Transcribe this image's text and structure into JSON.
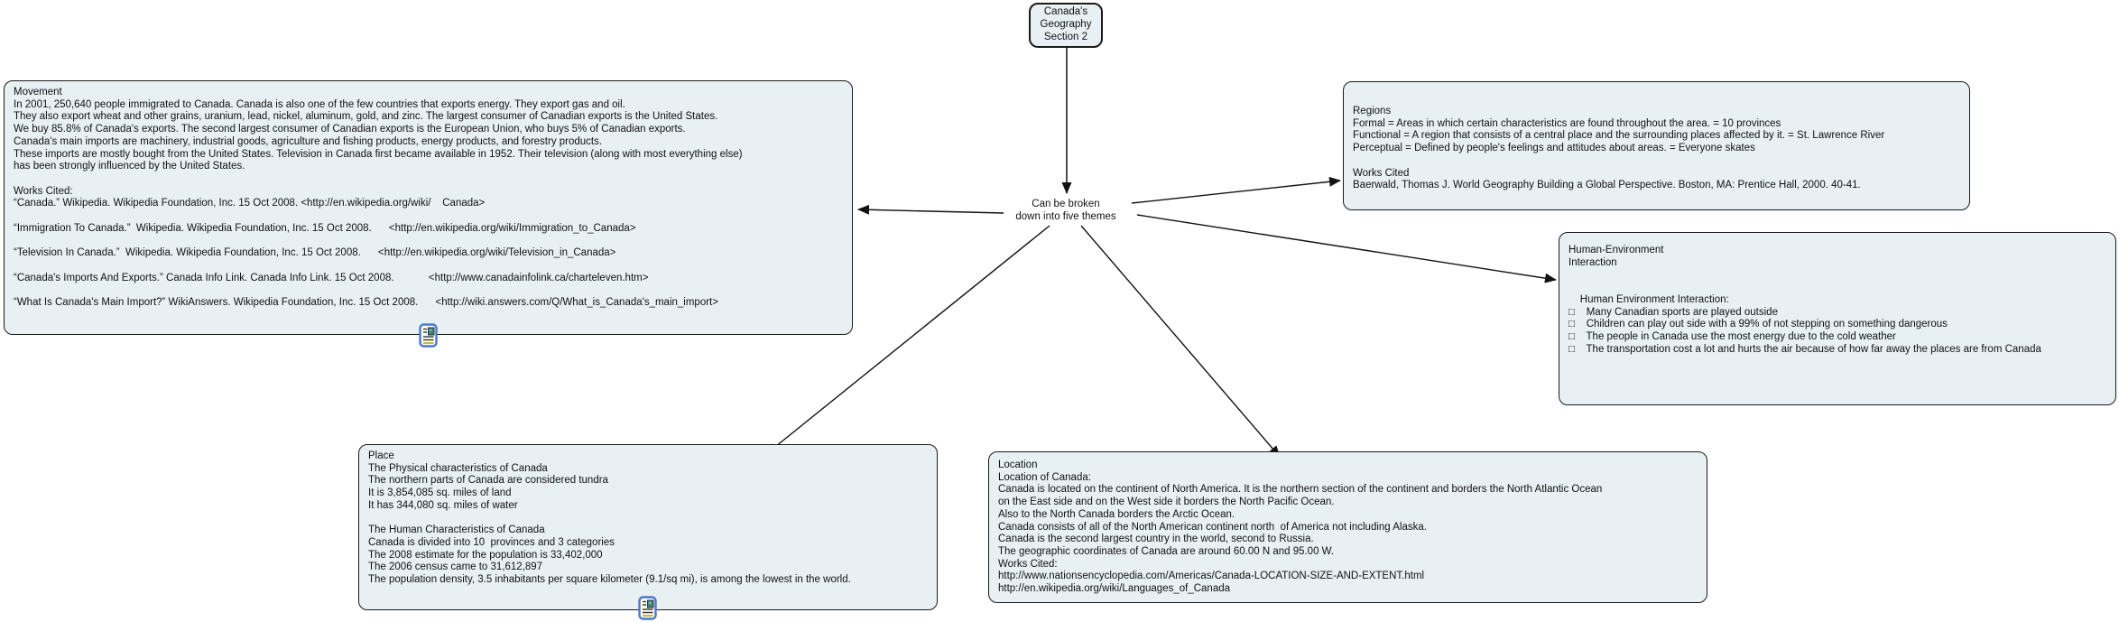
{
  "colors": {
    "canvas_bg": "#ffffff",
    "node_fill": "#e8f0f3",
    "node_border": "#1a1a1a",
    "text": "#111111",
    "connector": "#111111",
    "note_icon_border": "#4a77cf"
  },
  "root_node": {
    "text": "Canada's\nGeography\nSection 2"
  },
  "hub": {
    "text": "Can be broken\ndown into five themes"
  },
  "theme_nodes": {
    "movement": {
      "title": "Movement",
      "body": "In 2001, 250,640 people immigrated to Canada. Canada is also one of the few countries that exports energy. They export gas and oil.\nThey also export wheat and other grains, uranium, lead, nickel, aluminum, gold, and zinc. The largest consumer of Canadian exports is the United States.\nWe buy 85.8% of Canada's exports. The second largest consumer of Canadian exports is the European Union, who buys 5% of Canadian exports.\nCanada's main imports are machinery, industrial goods, agriculture and fishing products, energy products, and forestry products.\nThese imports are mostly bought from the United States. Television in Canada first became available in 1952. Their television (along with most everything else)\nhas been strongly influenced by the United States.\n\nWorks Cited:\n“Canada.” Wikipedia. Wikipedia Foundation, Inc. 15 Oct 2008. <http://en.wikipedia.org/wiki/    Canada>\n\n“Immigration To Canada.”  Wikipedia. Wikipedia Foundation, Inc. 15 Oct 2008.      <http://en.wikipedia.org/wiki/Immigration_to_Canada>\n\n“Television In Canada.”  Wikipedia. Wikipedia Foundation, Inc. 15 Oct 2008.      <http://en.wikipedia.org/wiki/Television_in_Canada>\n\n“Canada's Imports And Exports.” Canada Info Link. Canada Info Link. 15 Oct 2008.            <http://www.canadainfolink.ca/charteleven.htm>\n\n“What Is Canada's Main Import?” WikiAnswers. Wikipedia Foundation, Inc. 15 Oct 2008.      <http://wiki.answers.com/Q/What_is_Canada's_main_import>"
    },
    "regions": {
      "title": "Regions",
      "body": "Formal = Areas in which certain characteristics are found throughout the area. = 10 provinces\nFunctional = A region that consists of a central place and the surrounding places affected by it. = St. Lawrence River\nPerceptual = Defined by people's feelings and attitudes about areas. = Everyone skates\n\nWorks Cited\nBaerwald, Thomas J. World Geography Building a Global Perspective. Boston, MA: Prentice Hall, 2000. 40-41."
    },
    "human_environment": {
      "title": "Human-Environment\nInteraction",
      "body": "\n\n    Human Environment Interaction:\n□    Many Canadian sports are played outside\n□    Children can play out side with a 99% of not stepping on something dangerous\n□    The people in Canada use the most energy due to the cold weather\n□    The transportation cost a lot and hurts the air because of how far away the places are from Canada"
    },
    "place": {
      "title": "Place",
      "body": "The Physical characteristics of Canada\nThe northern parts of Canada are considered tundra\nIt is 3,854,085 sq. miles of land\nIt has 344,080 sq. miles of water\n\nThe Human Characteristics of Canada\nCanada is divided into 10  provinces and 3 categories\nThe 2008 estimate for the population is 33,402,000\nThe 2006 census came to 31,612,897\nThe population density, 3.5 inhabitants per square kilometer (9.1/sq mi), is among the lowest in the world."
    },
    "location": {
      "title": "Location",
      "body": "Location of Canada:\nCanada is located on the continent of North America. It is the northern section of the continent and borders the North Atlantic Ocean\non the East side and on the West side it borders the North Pacific Ocean.\nAlso to the North Canada borders the Arctic Ocean.\nCanada consists of all of the North American continent north  of America not including Alaska.\nCanada is the second largest country in the world, second to Russia.\nThe geographic coordinates of Canada are around 60.00 N and 95.00 W.\nWorks Cited:\nhttp://www.nationsencyclopedia.com/Americas/Canada-LOCATION-SIZE-AND-EXTENT.html\nhttp://en.wikipedia.org/wiki/Languages_of_Canada"
    }
  }
}
